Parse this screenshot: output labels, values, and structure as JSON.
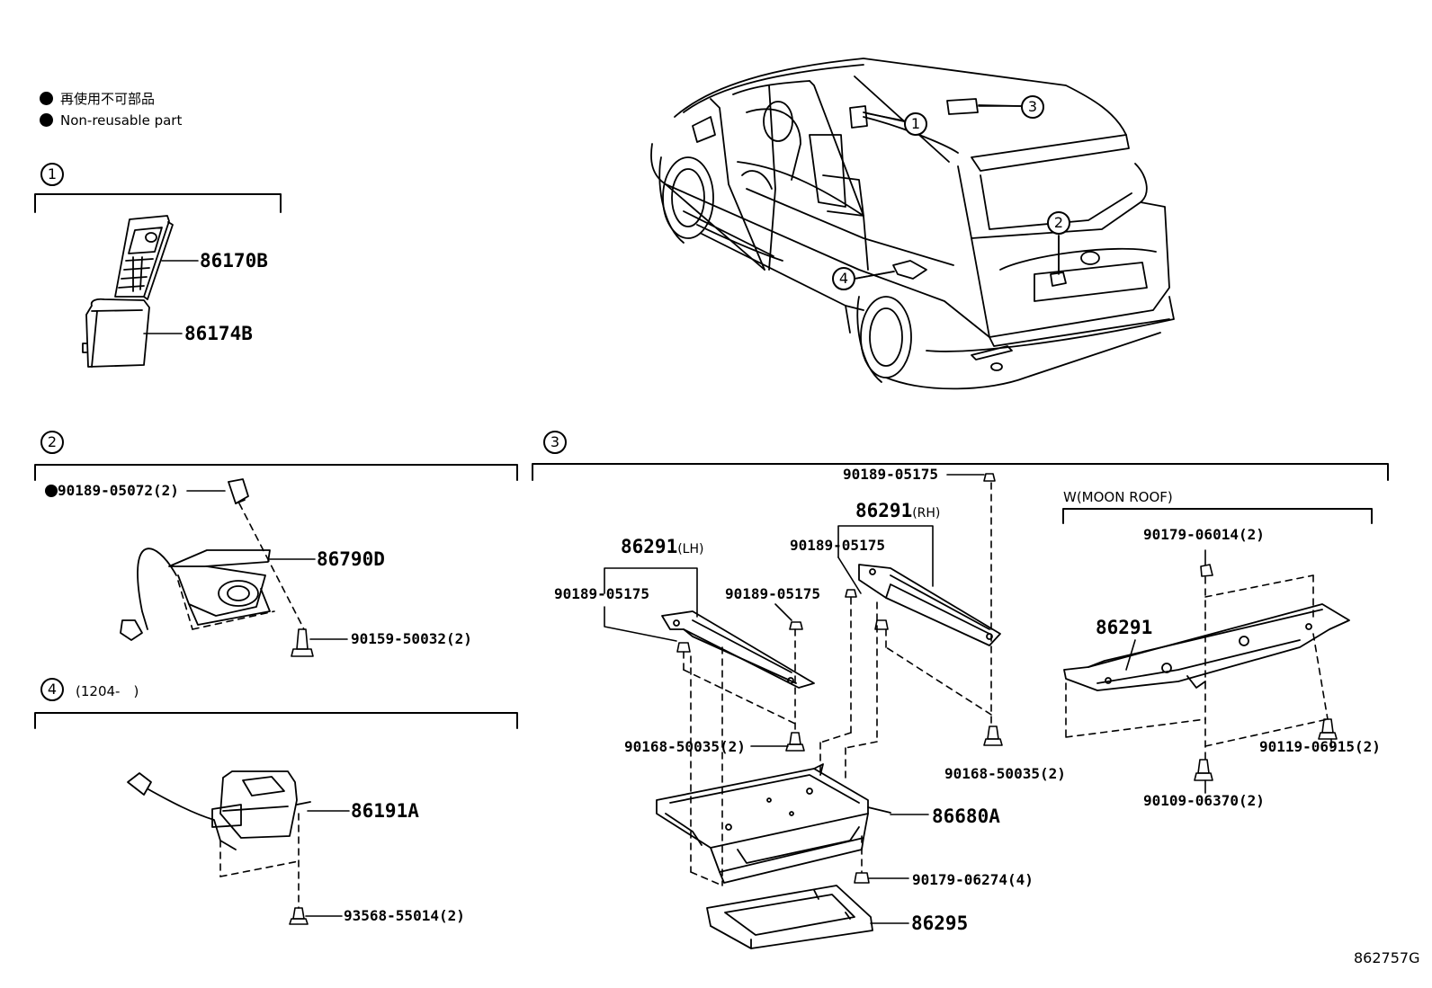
{
  "legend": {
    "jp": "再使用不可部品",
    "en": "Non-reusable part"
  },
  "callouts": [
    "1",
    "2",
    "3",
    "4"
  ],
  "section4_note": "(1204-　)",
  "moon_roof_note": "W(MOON ROOF)",
  "diagram_code": "862757G",
  "parts": {
    "p86170B": "86170B",
    "p86174B": "86174B",
    "p90189_05072": "90189-05072(2)",
    "p86790D": "86790D",
    "p90159_50032": "90159-50032(2)",
    "p86191A": "86191A",
    "p93568_55014": "93568-55014(2)",
    "p90189_05175_top": "90189-05175",
    "p86291_rh": "86291",
    "rh": "(RH)",
    "p86291_lh": "86291",
    "lh": "(LH)",
    "p90189_05175_rh": "90189-05175",
    "p90189_05175_lh": "90189-05175",
    "p90189_05175_mid": "90189-05175",
    "p90168_50035_a": "90168-50035(2)",
    "p90168_50035_b": "90168-50035(2)",
    "p86680A": "86680A",
    "p90179_06274": "90179-06274(4)",
    "p86295": "86295",
    "p90179_06014": "90179-06014(2)",
    "p86291_mr": "86291",
    "p90119_06915": "90119-06915(2)",
    "p90109_06370": "90109-06370(2)"
  }
}
